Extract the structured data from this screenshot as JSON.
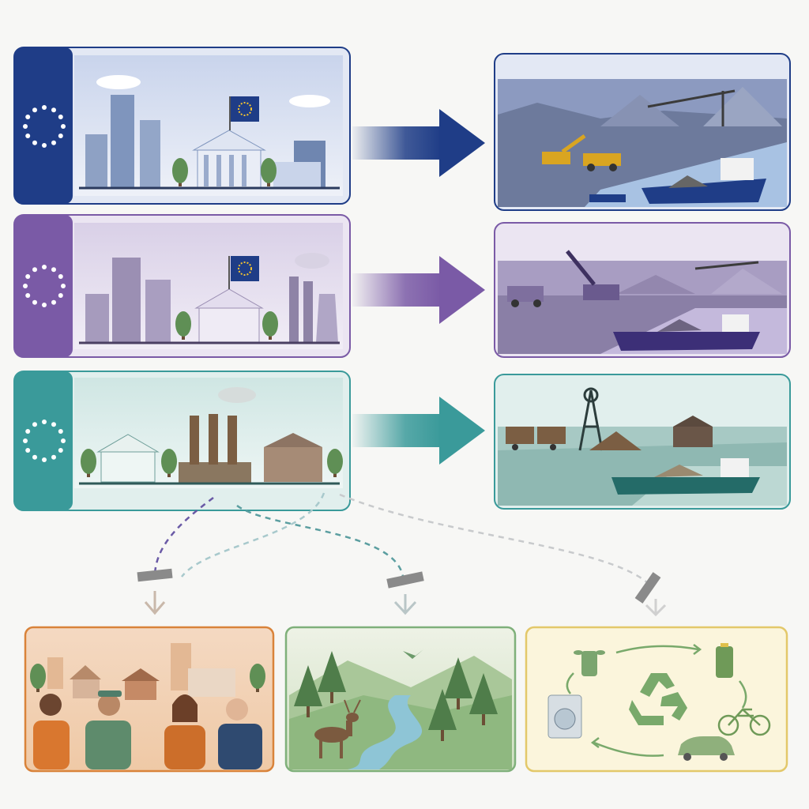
{
  "colors": {
    "background": "#f7f7f5",
    "row1_accent": "#1f3d87",
    "row2_accent": "#7a5aa6",
    "row3_accent": "#3a9a9a",
    "eu_star": "#ffffff",
    "eu_flag_star": "#f4c430",
    "social_border": "#d9833a",
    "nature_border": "#7fb07a",
    "circular_border": "#e3c86a"
  },
  "rows": [
    {
      "id": "row-1",
      "accent": "#1f3d87",
      "tint": "#e3e8f4",
      "building": "#7f95bd",
      "destination": "mining-port"
    },
    {
      "id": "row-2",
      "accent": "#7a5aa6",
      "tint": "#ebe5f2",
      "building": "#9b8fb3",
      "destination": "mining-port"
    },
    {
      "id": "row-3",
      "accent": "#3a9a9a",
      "tint": "#e1efed",
      "building": "#8a7760",
      "destination": "mine-shaft-port"
    }
  ],
  "impacts": [
    {
      "id": "social",
      "icon": "community-people-icon"
    },
    {
      "id": "nature",
      "icon": "forest-river-icon"
    },
    {
      "id": "circular",
      "icon": "recycle-icon"
    }
  ]
}
